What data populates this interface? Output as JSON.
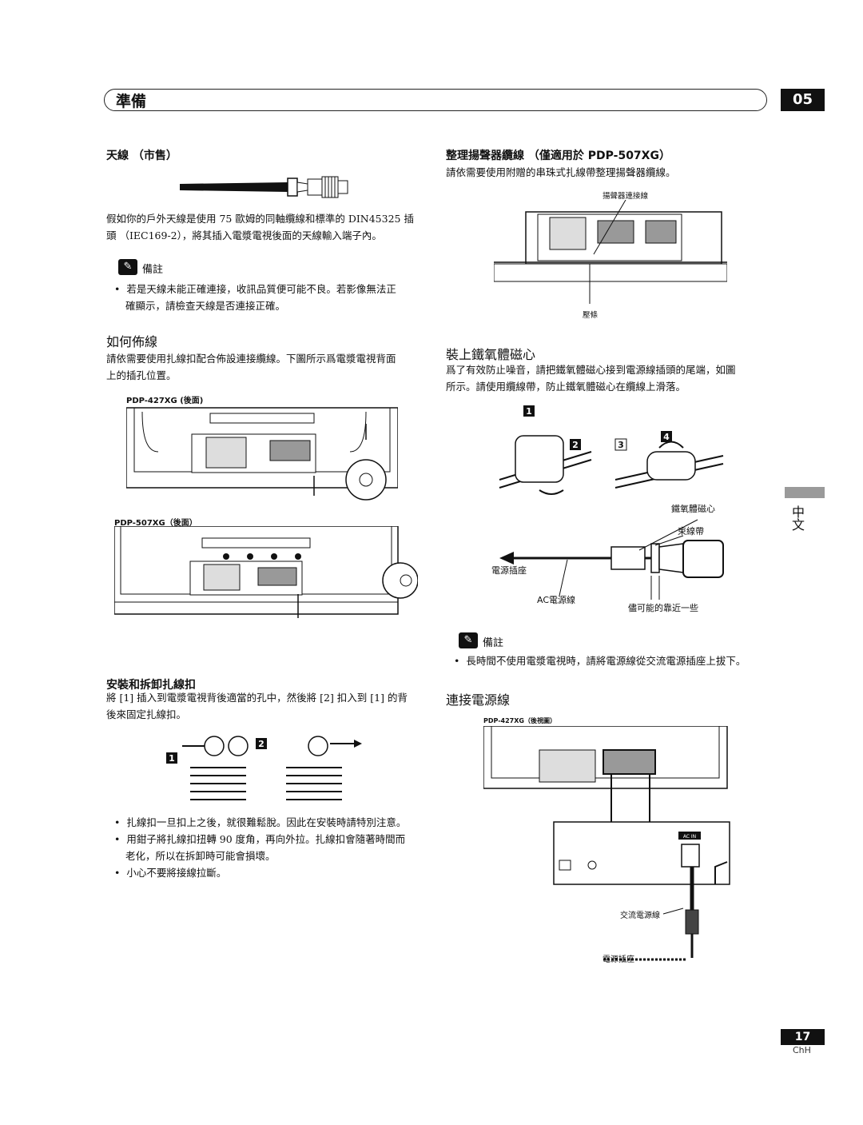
{
  "header": {
    "title": "準備",
    "chapter": "05"
  },
  "side_tab": {
    "label": "中文"
  },
  "footer": {
    "page": "17",
    "lang": "ChH"
  },
  "left": {
    "antenna": {
      "heading": "天線 （市售）",
      "para": [
        "假如你的戶外天線是使用 75 歐姆的同軸纜線和標準的 DIN45325 插",
        "頭 （IEC169-2），將其插入電漿電視後面的天線輸入端子內。"
      ],
      "note_title": "備註",
      "note": [
        "若是天線未能正確連接，收訊品質便可能不良。若影像無法正",
        "確顯示，請檢查天線是否連接正確。"
      ]
    },
    "wiring": {
      "heading": "如何佈線",
      "para": [
        "請依需要使用扎線扣配合佈設連接纜線。下圖所示爲電漿電視背面",
        "上的插孔位置。"
      ],
      "label_427": "PDP-427XG (後面)",
      "label_507": "PDP-507XG（後面）"
    },
    "clamp": {
      "heading": "安裝和拆卸扎線扣",
      "para": [
        "將 [1] 插入到電漿電視背後適當的孔中，然後將 [2] 扣入到 [1] 的背",
        "後來固定扎線扣。"
      ],
      "bullets": [
        "扎線扣一旦扣上之後，就很難鬆脫。因此在安裝時請特別注意。",
        "用鉗子將扎線扣扭轉 90 度角，再向外拉。扎線扣會隨著時間而",
        "老化，所以在拆卸時可能會損壞。",
        "小心不要將接線拉斷。"
      ],
      "fig_labels": [
        "1",
        "2"
      ]
    }
  },
  "right": {
    "speaker": {
      "heading": "整理揚聲器纜線 （僅適用於 PDP-507XG）",
      "para": "請依需要使用附贈的串珠式扎線帶整理揚聲器纜線。",
      "label_cable": "揚聲器連接線",
      "label_strip": "壓條"
    },
    "ferrite": {
      "heading": "裝上鐵氧體磁心",
      "para": [
        "爲了有效防止噪音，請把鐵氧體磁心接到電源線插頭的尾端，如圖",
        "所示。請使用纜線帶，防止鐵氧體磁心在纜線上滑落。"
      ],
      "steps": [
        "1",
        "2",
        "3",
        "4"
      ],
      "label_core": "鐵氧體磁心",
      "label_tie": "束線帶",
      "label_outlet": "電源插座",
      "label_ac": "AC電源線",
      "label_close": "儘可能的靠近一些",
      "note_title": "備註",
      "note": "長時間不使用電漿電視時，請將電源線從交流電源插座上拔下。"
    },
    "power": {
      "heading": "連接電源線",
      "label_427": "PDP-427XG（後視圖）",
      "label_ac_cord": "交流電源線",
      "label_outlet": "電源插座",
      "label_acin": "AC IN"
    }
  }
}
